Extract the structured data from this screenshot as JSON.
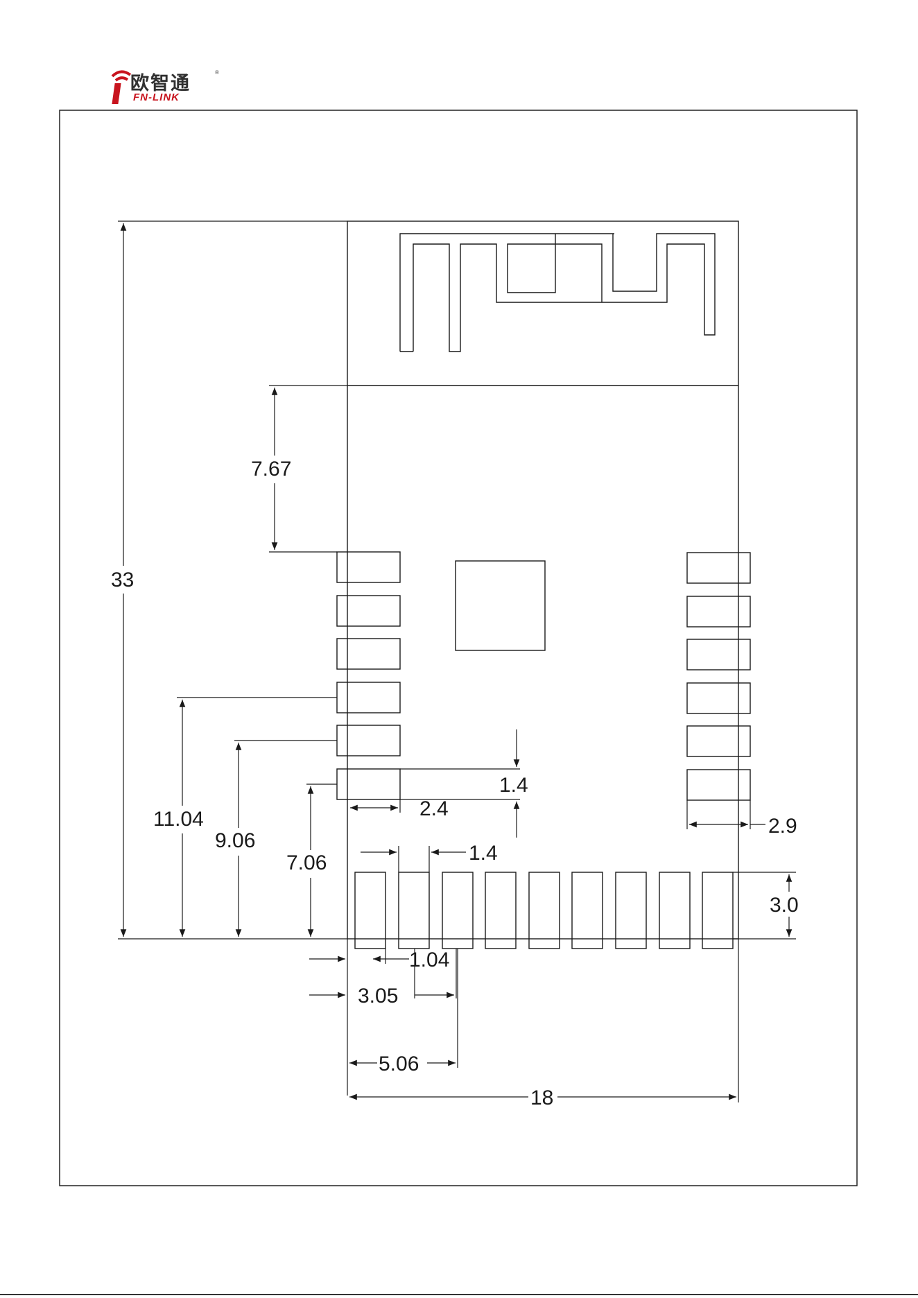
{
  "brand": {
    "name_cn": "欧智通",
    "name_en": "FN-LINK",
    "reg_mark": "®",
    "color_red": "#c8141e",
    "color_dark": "#303030"
  },
  "dimensions": {
    "total_height": "33",
    "total_width": "18",
    "keepout_to_first_pad": "7.67",
    "pad_pitch_v": "1.4",
    "pad_width_left": "2.4",
    "pad_width_right": "2.9",
    "pad_pitch_h": "1.4",
    "bottom_pad_height": "3.0",
    "left_pad_y_11": "11.04",
    "left_pad_y_9": "9.06",
    "left_pad_y_7": "7.06",
    "bottom_pad_width": "1.04",
    "bottom_pad_x_3": "3.05",
    "bottom_pad_x_5": "5.06"
  },
  "layout_counts": {
    "left_pads": 6,
    "right_pads": 6,
    "bottom_pads": 9
  }
}
